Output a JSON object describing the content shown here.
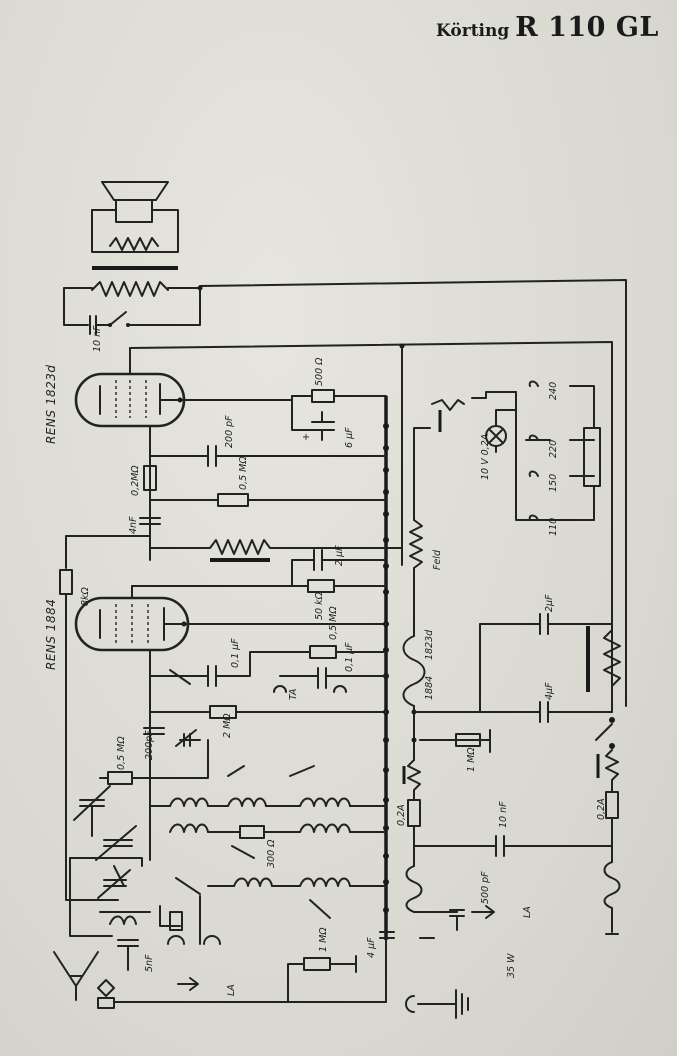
{
  "title": {
    "brand": "Körting",
    "model": "R 110 GL"
  },
  "tubes": [
    {
      "name": "RENS 1823d"
    },
    {
      "name": "RENS 1884"
    }
  ],
  "labels": {
    "c_10nF_top": "10 nF",
    "r_500": "500 Ω",
    "c_6uF": "6 μF",
    "plus": "+",
    "c_200pF_a": "200 pF",
    "r_02M": "0,2MΩ",
    "r_05M_a": "0,5 MΩ",
    "c_4nF": "4nF",
    "r_8k": "8kΩ",
    "c_2uF_a": "2 μF",
    "r_50k": "50 kΩ",
    "feld": "Feld",
    "c_01uF_a": "0,1 μF",
    "r_05M_b": "0,5 MΩ",
    "c_01uF_b": "0,1 μF",
    "ta": "TA",
    "r_2M": "2 MΩ",
    "c_200pF_b": "200pF",
    "r_05M_c": "0,5 MΩ",
    "r_300": "300 Ω",
    "c_5nF": "5nF",
    "r_1M_a": "1 MΩ",
    "c_4uF_a": "4 μF",
    "la_a": "LA",
    "choke_1823d": "1823d",
    "choke_1884": "1884",
    "r_1M_b": "1 MΩ",
    "fuse_02A_a": "0,2A",
    "c_10nF_b": "10 nF",
    "c_500pF": "500 pF",
    "la_b": "LA",
    "power": "35 W",
    "lamp": "10 V 0,2A",
    "v240": "240",
    "v220": "220",
    "v150": "150",
    "v110": "110",
    "c_2uF_b": "2μF",
    "c_4uF_b": "4μF",
    "fuse_02A_b": "0,2A"
  }
}
